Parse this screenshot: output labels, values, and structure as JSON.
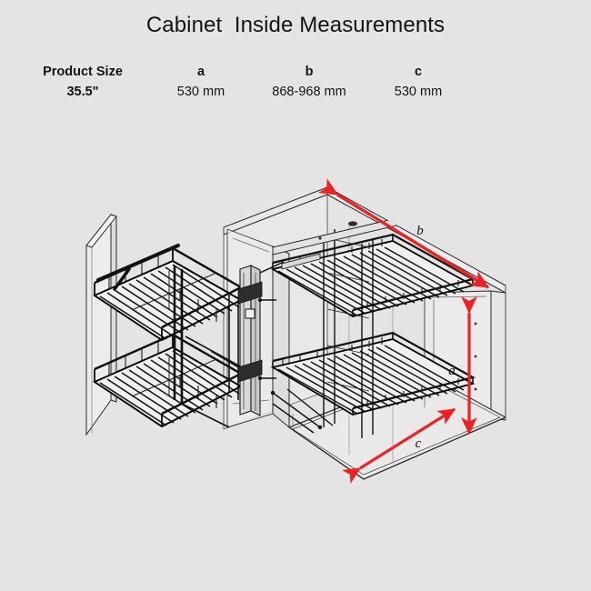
{
  "page": {
    "title": "Cabinet  Inside Measurements",
    "background_color": "#e4e4e4"
  },
  "spec_table": {
    "headers": [
      "Product Size",
      "a",
      "b",
      "c"
    ],
    "rows": [
      {
        "product_size": "35.5\"",
        "a": "530 mm",
        "b": "868-968 mm",
        "c": "530 mm"
      }
    ]
  },
  "diagram": {
    "type": "isometric-line-drawing",
    "subject": "corner cabinet with two-tier pull-out wire baskets",
    "arrow_color": "#ee2222",
    "line_color": "#1a1a1a",
    "dimension_arrows": [
      {
        "id": "b",
        "label": "b",
        "orientation": "diagonal",
        "measures": "cabinet inside width"
      },
      {
        "id": "a",
        "label": "a",
        "orientation": "vertical",
        "measures": "cabinet inside height"
      },
      {
        "id": "c",
        "label": "c",
        "orientation": "diagonal",
        "measures": "cabinet inside depth"
      }
    ]
  }
}
